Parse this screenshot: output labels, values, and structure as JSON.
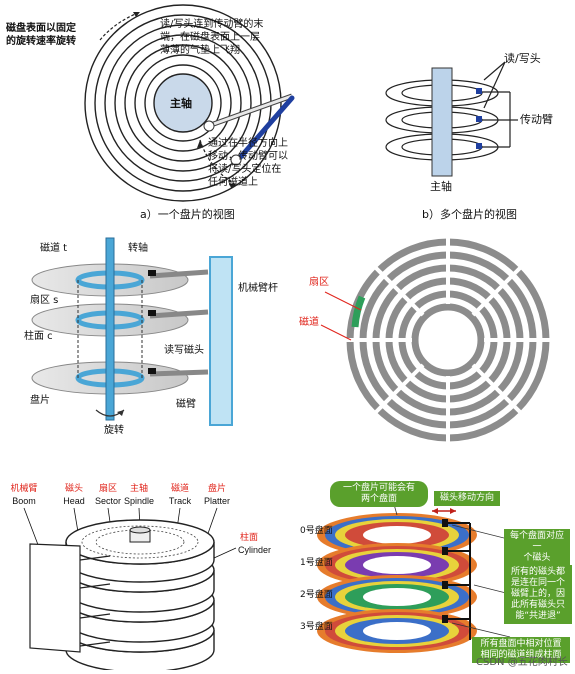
{
  "panel_a": {
    "rotation_note": [
      "磁盘表面以固定",
      "的旋转速率旋转"
    ],
    "head_note": [
      "读/写头连到传动臂的末",
      "端，在磁盘表面上一层",
      "薄薄的气垫上飞翔"
    ],
    "arm_note": [
      "通过在半径方向上",
      "移动，传动臂可以",
      "将读/写头定位在",
      "任何磁道上"
    ],
    "spindle_label": "主轴",
    "caption": "a）一个盘片的视图"
  },
  "panel_b": {
    "head_label": "读/写头",
    "arm_label": "传动臂",
    "spindle_label": "主轴",
    "caption": "b）多个盘片的视图"
  },
  "panel_c": {
    "track_label": "磁道 t",
    "spindle_label": "转轴",
    "arm_label": "机械臂杆",
    "sector_label": "扇区 s",
    "cylinder_label": "柱面 c",
    "head_label": "读写磁头",
    "platter_label": "盘片",
    "arm2_label": "磁臂",
    "rotate_label": "旋转"
  },
  "panel_d": {
    "sector_label": "扇区",
    "track_label": "磁道",
    "accent_color": "#2e9e5a",
    "ring_color": "#8c8c8c"
  },
  "panel_e": {
    "labels": [
      {
        "cn": "机械臂",
        "en": "Boom"
      },
      {
        "cn": "磁头",
        "en": "Head"
      },
      {
        "cn": "扇区",
        "en": "Sector"
      },
      {
        "cn": "主轴",
        "en": "Spindle"
      },
      {
        "cn": "磁道",
        "en": "Track"
      },
      {
        "cn": "盘片",
        "en": "Platter"
      }
    ],
    "cylinder_cn": "柱面",
    "cylinder_en": "Cylinder"
  },
  "panel_f": {
    "bubble_top": [
      "一个盘片可能会有",
      "两个盘面"
    ],
    "move_dir": "磁头移动方向",
    "note_1": [
      "每个盘面对应一",
      "个磁头"
    ],
    "note_2": [
      "所有的磁头都",
      "是连在同一个",
      "磁臂上的，因",
      "此所有磁头只",
      "能“共进退”"
    ],
    "note_3": [
      "所有盘面中相对位置",
      "相同的磁道组成柱面"
    ],
    "surfaces": [
      "0号盘面",
      "1号盘面",
      "2号盘面",
      "3号盘面"
    ],
    "green": "#5aa02c"
  },
  "watermark": "CSDN @五花肉村长"
}
